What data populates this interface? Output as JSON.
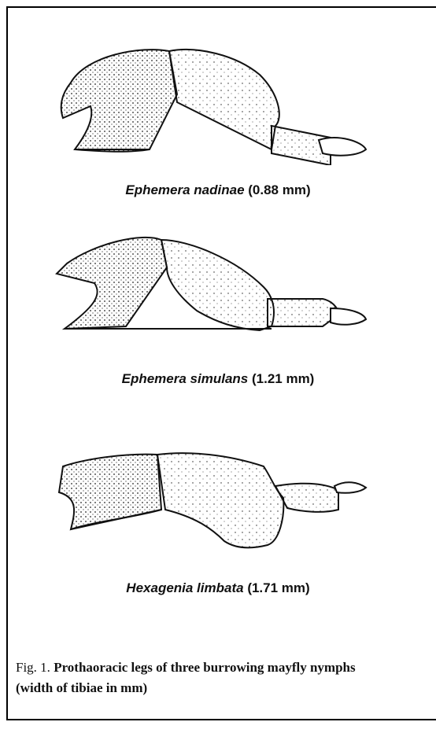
{
  "panels": [
    {
      "species": "Ephemera nadinae",
      "width": "(0.88 mm)"
    },
    {
      "species": "Ephemera simulans",
      "width": "(1.21 mm)"
    },
    {
      "species": "Hexagenia limbata",
      "width": "(1.71 mm)"
    }
  ],
  "figure": {
    "label": "Fig. 1.",
    "caption_line1": "Prothaoracic legs of three burrowing mayfly nymphs",
    "caption_line2": "(width of tibiae in mm)"
  },
  "colors": {
    "ink": "#111111",
    "stipple": "#222222"
  }
}
